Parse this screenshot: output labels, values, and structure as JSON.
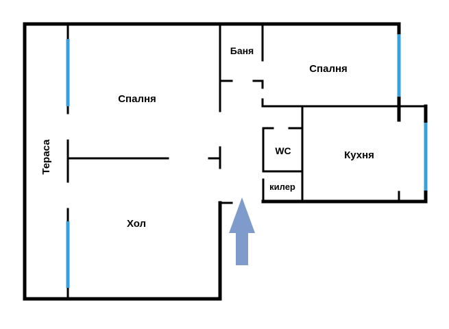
{
  "rooms": {
    "terrace": "Тераса",
    "bedroom_left": "Спалня",
    "bathroom": "Баня",
    "bedroom_right": "Спалня",
    "wc": "WC",
    "kitchen": "Кухня",
    "storage": "килер",
    "hall": "Хол"
  },
  "colors": {
    "wall": "#000000",
    "window": "#3aa0dc",
    "arrow": "#7f9bcb"
  },
  "icons": {
    "entrance": "entrance-arrow-icon"
  }
}
